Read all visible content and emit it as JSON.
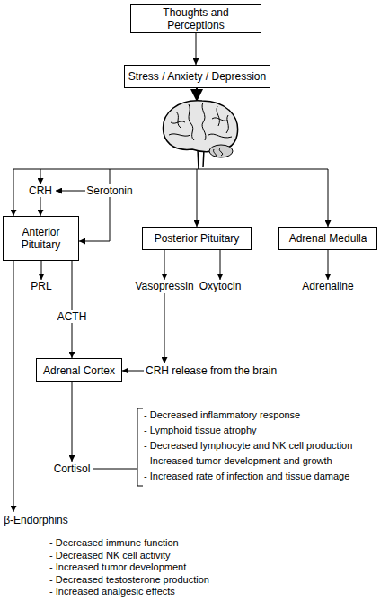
{
  "diagram": {
    "nodes": [
      {
        "text": [
          "Thoughts and Perceptions"
        ]
      },
      {
        "text": [
          "Stress / Anxiety / Depression"
        ]
      },
      {
        "text": [
          "Anterior Pituitary"
        ]
      },
      {
        "text": [
          "Posterior Pituitary"
        ]
      },
      {
        "text": [
          "Adrenal Medulla"
        ]
      },
      {
        "text": [
          "Adrenal Cortex"
        ]
      }
    ],
    "edges": [
      {
        "from": 0,
        "to": 1,
        "arrow": "to"
      },
      {
        "from": 2,
        "to": 5,
        "label": "ACTH",
        "arrow": "to"
      }
    ],
    "labels": [
      "CRH",
      "Serotonin",
      "PRL",
      "Vasopressin",
      "Oxytocin",
      "Adrenaline",
      "CRH release from the brain",
      "Cortisol",
      "- Decreased inflammatory response",
      "- Lymphoid tissue atrophy",
      "- Decreased lymphocyte and NK cell production",
      "- Increased tumor development and growth",
      "- Increased rate of infection and tissue damage",
      "β-Endorphins",
      "- Decreased immune function",
      "- Decreased NK cell activity",
      "- Increased tumor development",
      "- Decreased testosterone production",
      "- Increased analgesic effects"
    ]
  }
}
